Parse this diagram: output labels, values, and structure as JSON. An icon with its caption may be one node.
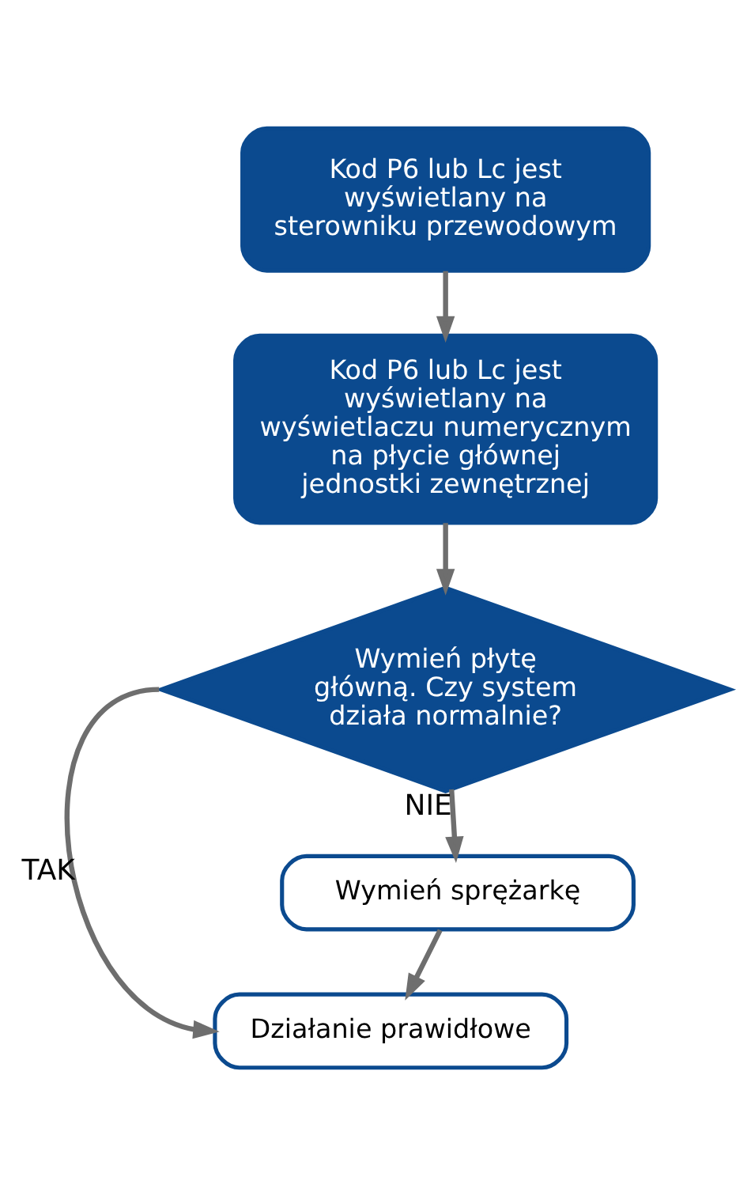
{
  "diagram": {
    "nodes": [
      {
        "text": [
          "Kod P6 lub Lc jest wyświetlany na sterowniku przewodowym"
        ]
      },
      {
        "text": [
          "Kod P6 lub Lc jest wyświetlany na wyświetlaczu numerycznym na płycie głównej jednostki zewnętrznej"
        ]
      },
      {
        "text": [
          "Wymień płytę główną. Czy system działa normalnie?"
        ]
      },
      {
        "text": [
          "Wymień sprężarkę"
        ]
      },
      {
        "text": [
          "Działanie prawidłowe"
        ]
      }
    ],
    "edges": [
      {
        "from": 0,
        "to": 1,
        "arrow": "to"
      },
      {
        "from": 1,
        "to": 2,
        "arrow": "to"
      },
      {
        "from": 2,
        "to": 3,
        "arrow": "to",
        "label": "NIE"
      },
      {
        "from": 3,
        "to": 4,
        "arrow": "to"
      },
      {
        "from": 2,
        "to": 4,
        "arrow": "to",
        "label": "TAK"
      }
    ]
  }
}
